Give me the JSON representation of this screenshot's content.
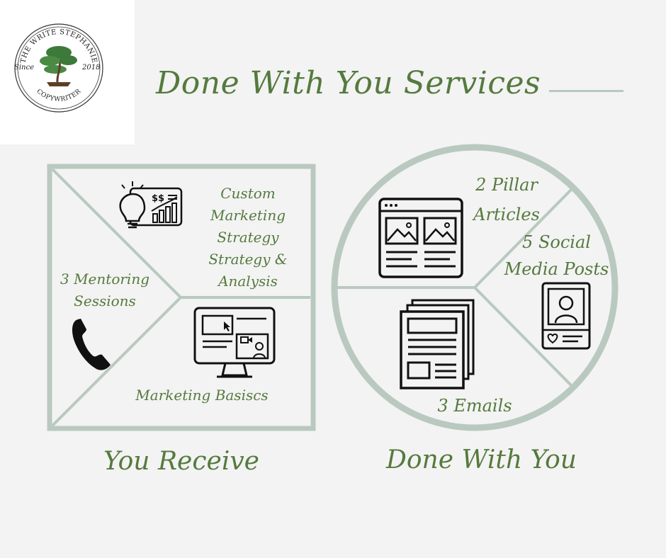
{
  "logo": {
    "arc_text": "THE WRITE STEPHANIE",
    "since": "Since",
    "year": "2018",
    "bottom_text": "COPYWRITER"
  },
  "title": "Done With You Services",
  "receive": {
    "heading": "You Receive",
    "strategy_lines": [
      "Custom",
      "Marketing",
      "Strategy",
      "Strategy &",
      "Analysis"
    ],
    "mentoring_lines": [
      "3  Mentoring",
      "Sessions"
    ],
    "basics": "Marketing Basiscs"
  },
  "done": {
    "heading": "Done With You",
    "articles_lines": [
      "2 Pillar",
      "Articles"
    ],
    "social_lines": [
      "5 Social",
      "Media Posts"
    ],
    "emails": "3 Emails"
  },
  "colors": {
    "accent_green": "#557a3e",
    "frame_sage": "#b9c9bf",
    "background": "#f3f3f3"
  },
  "icons": [
    "lightbulb-chart-icon",
    "phone-icon",
    "computer-monitor-icon",
    "webpage-icon",
    "social-post-icon",
    "newspaper-stack-icon",
    "bonsai-tree-icon"
  ]
}
